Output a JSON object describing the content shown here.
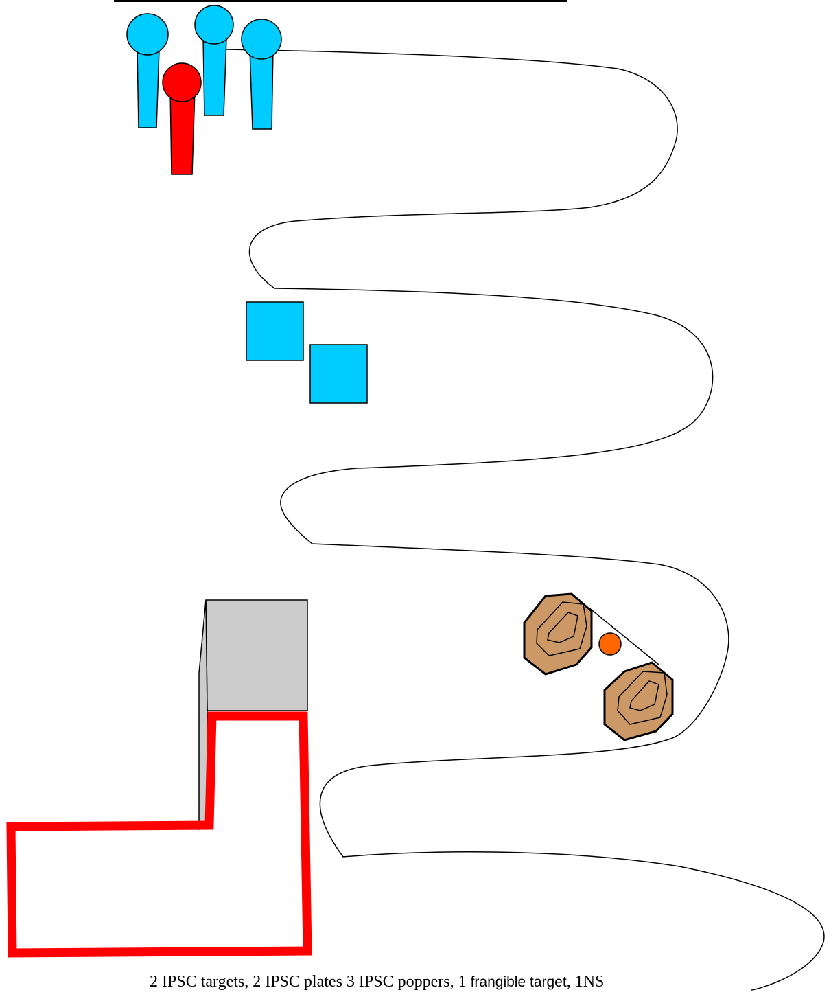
{
  "caption": {
    "part1": "2 IPSC targets, 2 IPSC plates 3 IPSC poppers, 1 ",
    "part2": "frangible target",
    "part3": ", 1NS"
  },
  "colors": {
    "popper": "#00ccff",
    "popper_noshoot": "#ff0000",
    "plate": "#00ccff",
    "target": "#cc9966",
    "frangible": "#ff6600",
    "barricade": "#cccccc",
    "shooting_area": "#ff0000"
  }
}
